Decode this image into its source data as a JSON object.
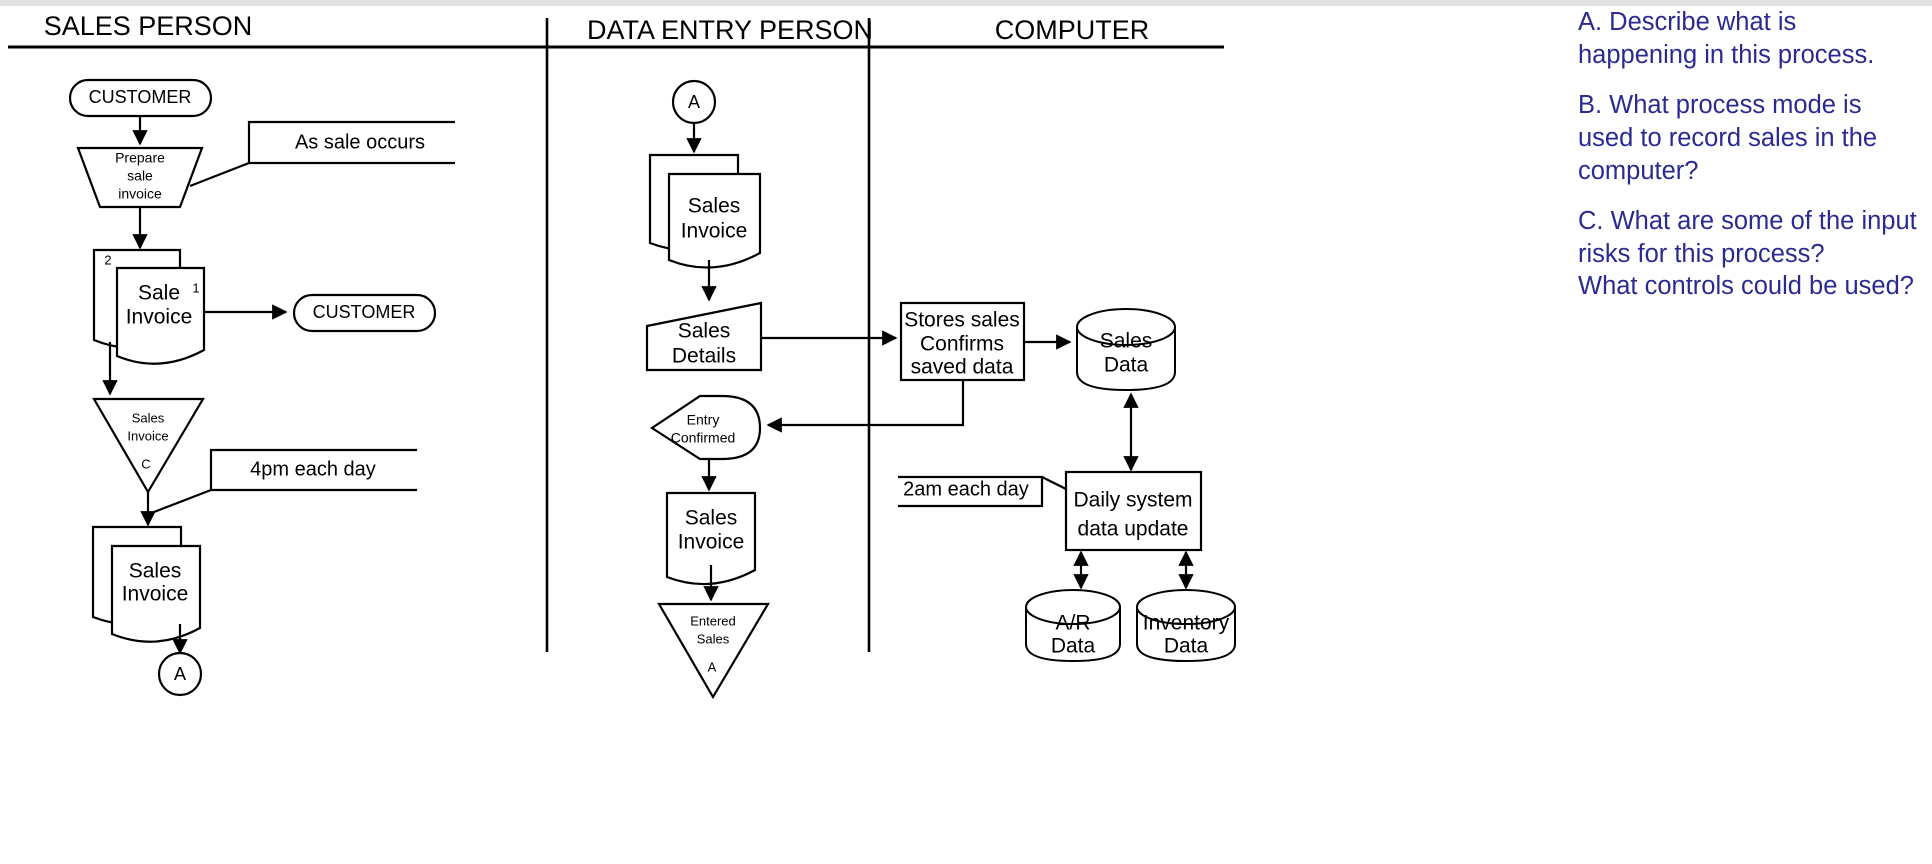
{
  "diagram": {
    "title_row": {
      "lanes": [
        {
          "id": "sales-person",
          "label": "SALES PERSON"
        },
        {
          "id": "data-entry-person",
          "label": "DATA ENTRY PERSON"
        },
        {
          "id": "computer",
          "label": "COMPUTER"
        }
      ]
    },
    "lane_sales_person": {
      "nodes": {
        "customer_start": {
          "label": "CUSTOMER",
          "shape": "terminator"
        },
        "prepare_invoice": {
          "label_line1": "Prepare",
          "label_line2": "sale",
          "label_line3": "invoice",
          "shape": "manual-operation"
        },
        "sale_invoice_doc": {
          "label_line1": "Sale",
          "label_line2": "Invoice",
          "shape": "multi-document",
          "copy_back": "2",
          "copy_front": "1"
        },
        "customer_end": {
          "label": "CUSTOMER",
          "shape": "terminator"
        },
        "file_sales_invoice": {
          "label_line1": "Sales",
          "label_line2": "Invoice",
          "filing_code": "C",
          "shape": "offline-storage"
        },
        "sales_invoice_doc2": {
          "label_line1": "Sales",
          "label_line2": "Invoice",
          "shape": "multi-document"
        },
        "connector_a": {
          "label": "A",
          "shape": "on-page-connector"
        }
      },
      "annotations": [
        {
          "id": "as-sale-occurs",
          "text": "As sale occurs"
        },
        {
          "id": "4pm-each-day",
          "text": "4pm each day"
        }
      ]
    },
    "lane_data_entry_person": {
      "nodes": {
        "connector_a_in": {
          "label": "A",
          "shape": "on-page-connector"
        },
        "sales_invoice_doc": {
          "label_line1": "Sales",
          "label_line2": "Invoice",
          "shape": "multi-document"
        },
        "sales_details_input": {
          "label_line1": "Sales",
          "label_line2": "Details",
          "shape": "manual-input"
        },
        "entry_confirmed_display": {
          "label_line1": "Entry",
          "label_line2": "Confirmed",
          "shape": "display"
        },
        "sales_invoice_doc2": {
          "label_line1": "Sales",
          "label_line2": "Invoice",
          "shape": "document"
        },
        "entered_sales_file": {
          "label_line1": "Entered",
          "label_line2": "Sales",
          "filing_code": "A",
          "shape": "offline-storage"
        }
      }
    },
    "lane_computer": {
      "nodes": {
        "stores_sales_process": {
          "label_line1": "Stores sales",
          "label_line2": "Confirms",
          "label_line3": "saved data",
          "shape": "process"
        },
        "sales_data_store": {
          "label_line1": "Sales",
          "label_line2": "Data",
          "shape": "database"
        },
        "daily_update_process": {
          "label_line1": "Daily system",
          "label_line2": "data update",
          "shape": "process"
        },
        "ar_data_store": {
          "label_line1": "A/R",
          "label_line2": "Data",
          "shape": "database"
        },
        "inventory_data_store": {
          "label_line1": "Inventory",
          "label_line2": "Data",
          "shape": "database"
        }
      },
      "annotations": [
        {
          "id": "2am-each-day",
          "text": "2am each day"
        }
      ]
    }
  },
  "questions": {
    "accent_color": "#2a2a92",
    "items": [
      "A. Describe what is happening in this process.",
      "B. What process mode is used to record sales in the computer?",
      "C. What are some of the input risks for this process?",
      "What controls could be used?"
    ]
  }
}
